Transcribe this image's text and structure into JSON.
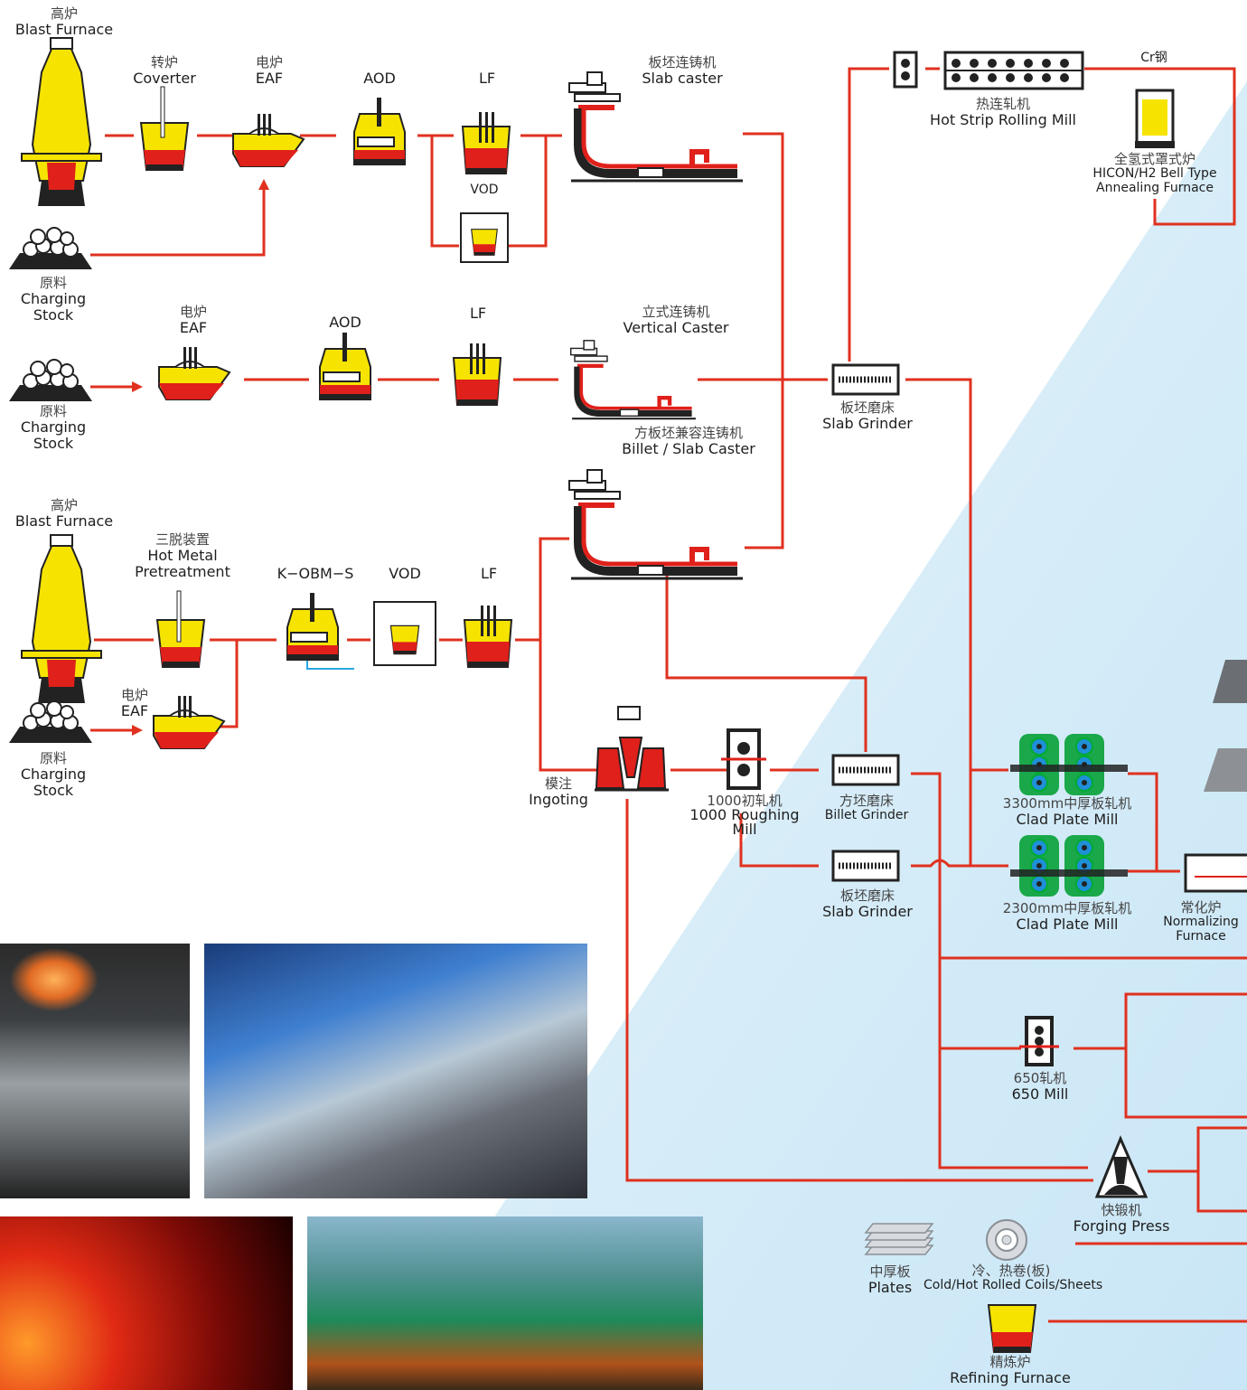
{
  "colors": {
    "line": "#e0311f",
    "yellow": "#f6e400",
    "red": "#e0201a",
    "dark": "#222222",
    "bg_blue": "#cfe9f7",
    "mill_green": "#1aa84a",
    "roll_blue": "#1f8fd6"
  },
  "labels": {
    "blast_furnace_top": {
      "zh": "高炉",
      "en": "Blast Furnace"
    },
    "converter": {
      "zh": "转炉",
      "en": "Coverter"
    },
    "eaf_top": {
      "zh": "电炉",
      "en": "EAF"
    },
    "aod_top": {
      "zh": "",
      "en": "AOD"
    },
    "lf_top": {
      "zh": "",
      "en": "LF"
    },
    "vod_top": {
      "zh": "",
      "en": "VOD"
    },
    "slab_caster": {
      "zh": "板坯连铸机",
      "en": "Slab caster"
    },
    "charging_1": {
      "zh": "原料",
      "en": "Charging",
      "en2": "Stock"
    },
    "hot_strip": {
      "zh": "热连轧机",
      "en": "Hot  Strip Rolling Mill"
    },
    "cr_steel": {
      "zh": "Cr钢",
      "en": ""
    },
    "bell_furnace": {
      "zh": "全氢式罩式炉",
      "en": "HICON/H2 Bell Type",
      "en2": "Annealing Furnace"
    },
    "eaf_mid": {
      "zh": "电炉",
      "en": "EAF"
    },
    "aod_mid": {
      "zh": "",
      "en": "AOD"
    },
    "lf_mid": {
      "zh": "",
      "en": "LF"
    },
    "vertical_caster": {
      "zh": "立式连铸机",
      "en": "Vertical Caster"
    },
    "charging_2": {
      "zh": "原料",
      "en": "Charging",
      "en2": "Stock"
    },
    "slab_grinder_top": {
      "zh": "板坯磨床",
      "en": "Slab Grinder"
    },
    "billet_slab_caster": {
      "zh": "方板坯兼容连铸机",
      "en": "Billet / Slab Caster"
    },
    "blast_furnace_bot": {
      "zh": "高炉",
      "en": "Blast Furnace"
    },
    "hot_metal": {
      "zh": "三脱装置",
      "en": "Hot Metal",
      "en2": "Pretreatment"
    },
    "kobms": {
      "zh": "",
      "en": "K−OBM−S"
    },
    "vod_bot": {
      "zh": "",
      "en": "VOD"
    },
    "lf_bot": {
      "zh": "",
      "en": "LF"
    },
    "eaf_bot": {
      "zh": "电炉",
      "en": "EAF"
    },
    "charging_3": {
      "zh": "原料",
      "en": "Charging",
      "en2": "Stock"
    },
    "ingoting": {
      "zh": "模注",
      "en": "Ingoting"
    },
    "roughing_mill": {
      "zh": "1000初轧机",
      "en": "1000 Roughing",
      "en2": "Mill"
    },
    "billet_grinder": {
      "zh": "方坯磨床",
      "en": "Billet Grinder"
    },
    "slab_grinder_bot": {
      "zh": "板坯磨床",
      "en": "Slab Grinder"
    },
    "mill_3300": {
      "zh": "3300mm中厚板轧机",
      "en": "Clad Plate Mill"
    },
    "mill_2300": {
      "zh": "2300mm中厚板轧机",
      "en": "Clad Plate Mill"
    },
    "normalizing": {
      "zh": "常化炉",
      "en": "Normalizing",
      "en2": "Furnace"
    },
    "mill_650": {
      "zh": "650轧机",
      "en": "650 Mill"
    },
    "forging_press": {
      "zh": "快锻机",
      "en": "Forging Press"
    },
    "plates": {
      "zh": "中厚板",
      "en": "Plates"
    },
    "coils": {
      "zh": "冷、热卷(板)",
      "en": "Cold/Hot Rolled  Coils/Sheets"
    },
    "refining_furnace": {
      "zh": "精炼炉",
      "en": "Refining Furnace"
    }
  },
  "photos": [
    {
      "name": "furnace-photo"
    },
    {
      "name": "rolling-line-photo"
    },
    {
      "name": "hot-coil-photo"
    },
    {
      "name": "mill-hall-photo"
    }
  ]
}
